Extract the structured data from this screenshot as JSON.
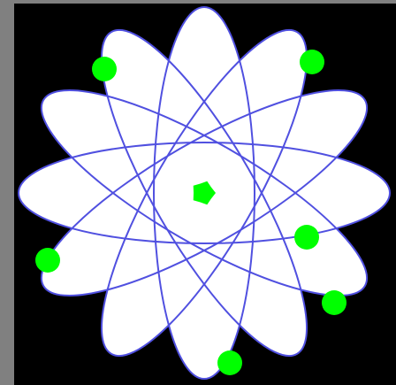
{
  "colors": {
    "background": "#000000",
    "frame": "#808080",
    "petal_fill": "#ffffff",
    "orbit_stroke": "#5050e0",
    "particle": "#00ff00"
  },
  "icons": {
    "nucleus": "green-blob",
    "electron": "green-dot"
  },
  "scene": {
    "orbit_count": 6,
    "electron_count": 6
  }
}
